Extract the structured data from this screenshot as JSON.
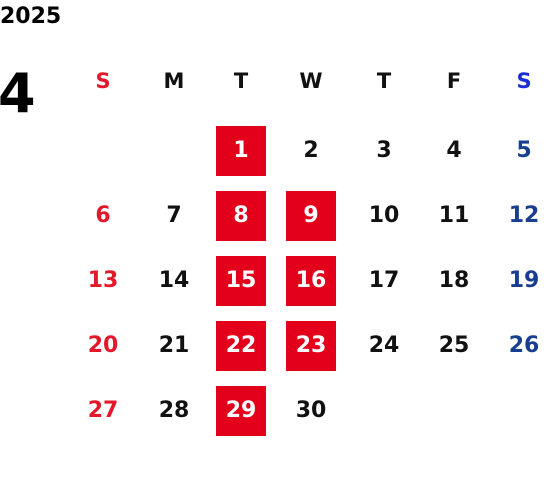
{
  "calendar": {
    "year": "2025",
    "month": "4",
    "weekdays": [
      {
        "label": "S",
        "color": "#e3192b"
      },
      {
        "label": "M",
        "color": "#111111"
      },
      {
        "label": "T",
        "color": "#111111"
      },
      {
        "label": "W",
        "color": "#111111"
      },
      {
        "label": "T",
        "color": "#111111"
      },
      {
        "label": "F",
        "color": "#111111"
      },
      {
        "label": "S",
        "color": "#1a2fd6"
      }
    ],
    "first_weekday_index": 2,
    "days_in_month": 30,
    "highlighted_days": [
      1,
      8,
      9,
      15,
      16,
      22,
      23,
      29
    ],
    "colors": {
      "sunday": "#e3192b",
      "saturday": "#1a3e8f",
      "weekday": "#111111",
      "highlight_bg": "#e3001b",
      "highlight_text": "#ffffff"
    }
  }
}
